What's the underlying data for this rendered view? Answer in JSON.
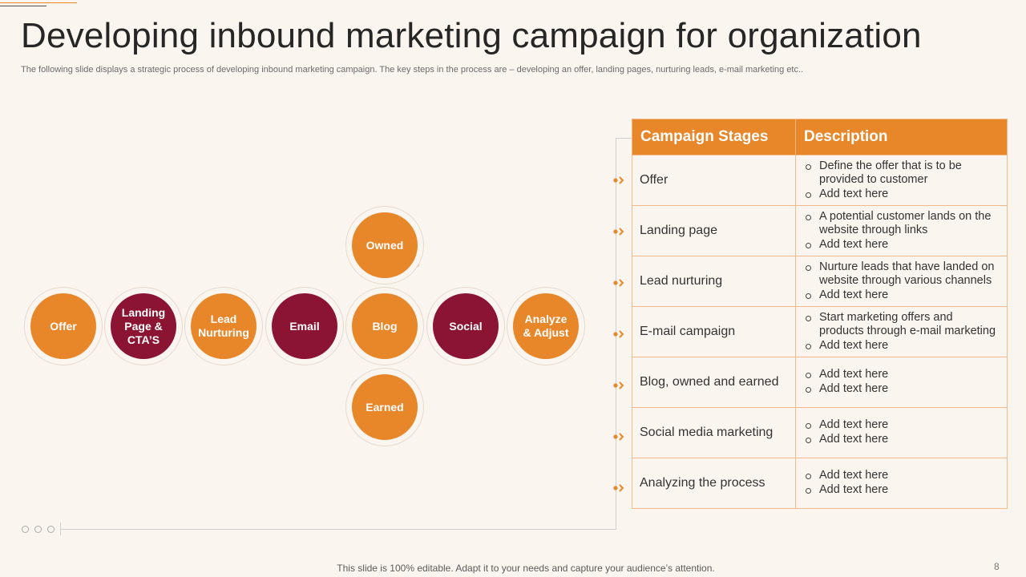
{
  "title": "Developing inbound marketing campaign for organization",
  "subtitle": "The following slide displays a strategic process of developing inbound marketing campaign. The key steps in the process are – developing an offer, landing pages, nurturing leads, e-mail marketing etc..",
  "colors": {
    "accent": "#e8862a",
    "maroon": "#8c1433",
    "background": "#fbf5ef"
  },
  "diagram": {
    "nodes": [
      {
        "id": "offer",
        "label": "Offer",
        "color": "orange"
      },
      {
        "id": "landing",
        "label": "Landing\nPage &\nCTA’S",
        "color": "maroon"
      },
      {
        "id": "lead",
        "label": "Lead\nNurturing",
        "color": "orange"
      },
      {
        "id": "email",
        "label": "Email",
        "color": "maroon"
      },
      {
        "id": "blog",
        "label": "Blog",
        "color": "orange"
      },
      {
        "id": "social",
        "label": "Social",
        "color": "maroon"
      },
      {
        "id": "analyze",
        "label": "Analyze\n& Adjust",
        "color": "orange"
      },
      {
        "id": "owned",
        "label": "Owned",
        "color": "orange"
      },
      {
        "id": "earned",
        "label": "Earned",
        "color": "orange"
      }
    ]
  },
  "table": {
    "headers": [
      "Campaign Stages",
      "Description"
    ],
    "rows": [
      {
        "stage": "Offer",
        "points": [
          "Define the offer that is to be provided to customer",
          "Add text here"
        ]
      },
      {
        "stage": "Landing page",
        "points": [
          "A potential customer lands on the website through links",
          "Add text here"
        ]
      },
      {
        "stage": "Lead nurturing",
        "points": [
          "Nurture leads that have landed on website through various channels",
          "Add text here"
        ]
      },
      {
        "stage": "E-mail campaign",
        "points": [
          "Start marketing offers and products through e-mail marketing",
          "Add text here"
        ]
      },
      {
        "stage": "Blog, owned and earned",
        "points": [
          "Add text here",
          "Add text here"
        ]
      },
      {
        "stage": "Social media marketing",
        "points": [
          "Add text here",
          "Add text here"
        ]
      },
      {
        "stage": "Analyzing the process",
        "points": [
          "Add text here",
          "Add text here"
        ]
      }
    ]
  },
  "footer": "This slide is 100% editable. Adapt it to your needs and capture your audience’s attention.",
  "page_number": "8"
}
